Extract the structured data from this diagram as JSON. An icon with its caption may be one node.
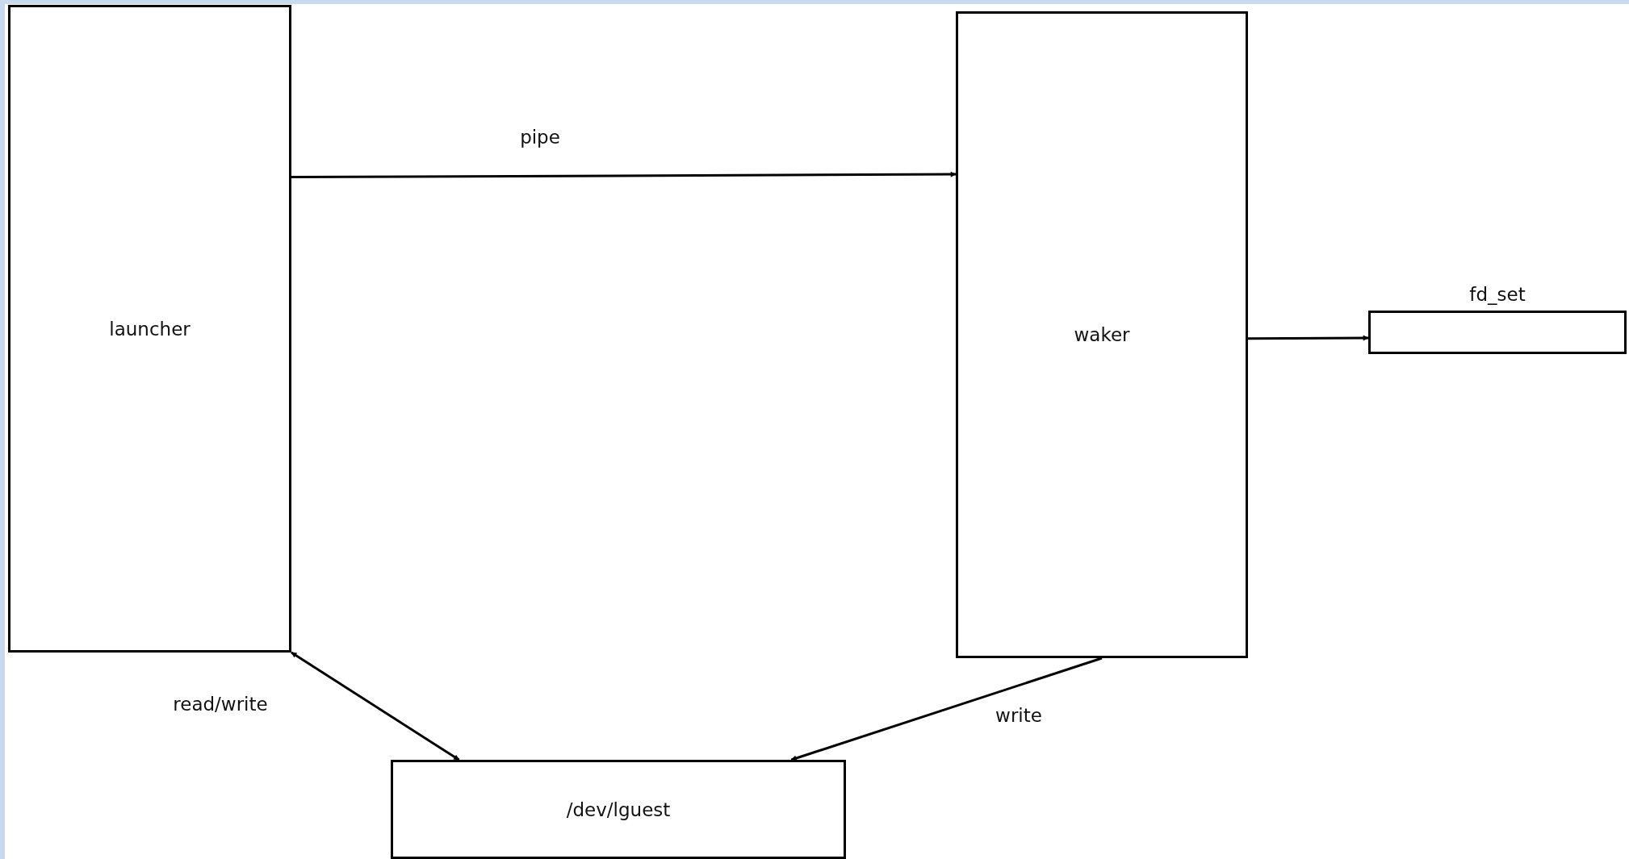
{
  "diagram": {
    "nodes": [
      {
        "text": [
          "launcher"
        ]
      },
      {
        "text": [
          "waker"
        ]
      },
      {
        "text": [
          "fd_set"
        ]
      },
      {
        "text": [
          "/dev/lguest"
        ]
      }
    ],
    "edges": [
      {
        "from": 0,
        "to": 1,
        "arrow": "to",
        "label": "pipe"
      },
      {
        "from": 1,
        "to": 2,
        "arrow": "to"
      },
      {
        "from": 0,
        "to": 3,
        "arrow": "both",
        "label": "read/write"
      },
      {
        "from": 1,
        "to": 3,
        "arrow": "to",
        "label": "write"
      }
    ]
  }
}
